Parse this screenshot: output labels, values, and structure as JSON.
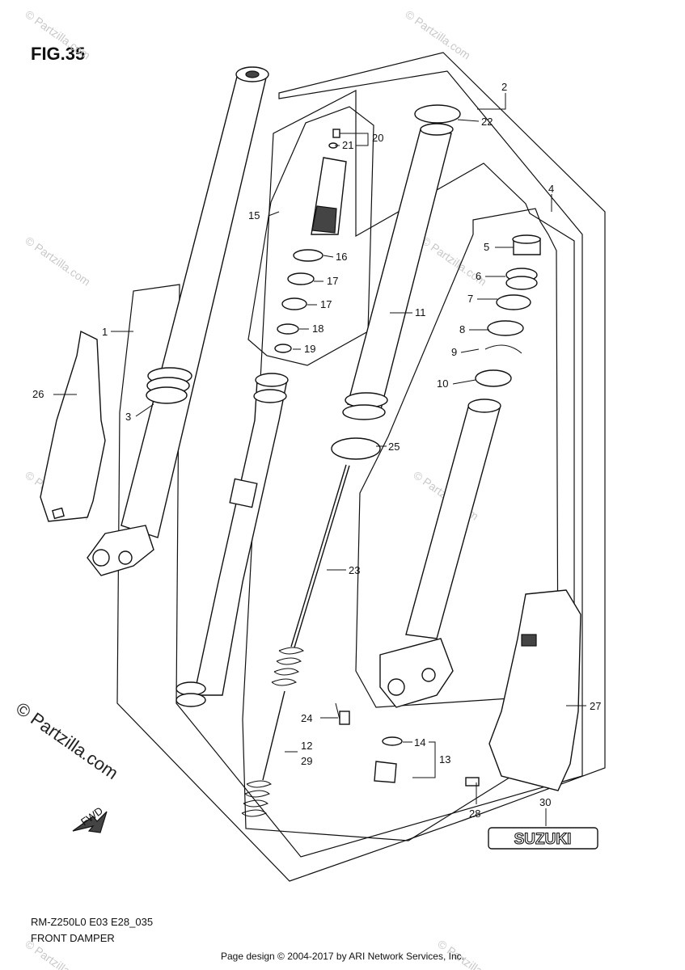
{
  "figure": {
    "title": "FIG.35",
    "model_code": "RM-Z250L0 E03 E28_035",
    "section_name": "FRONT DAMPER",
    "credit": "Page design © 2004-2017 by ARI Network Services, Inc."
  },
  "watermark": {
    "text": "© Partzilla.com",
    "side_text": "© Partzilla.com"
  },
  "labels": {
    "fwd": "FWD",
    "brand": "SUZUKI"
  },
  "callouts": {
    "c1": "1",
    "c2": "2",
    "c3": "3",
    "c4": "4",
    "c5": "5",
    "c6": "6",
    "c7": "7",
    "c8": "8",
    "c9": "9",
    "c10": "10",
    "c11": "11",
    "c12": "12",
    "c13": "13",
    "c14": "14",
    "c15": "15",
    "c16": "16",
    "c17a": "17",
    "c17b": "17",
    "c18": "18",
    "c19": "19",
    "c20": "20",
    "c21": "21",
    "c22": "22",
    "c23": "23",
    "c24": "24",
    "c25": "25",
    "c26": "26",
    "c27": "27",
    "c28": "28",
    "c29": "29",
    "c30": "30"
  }
}
